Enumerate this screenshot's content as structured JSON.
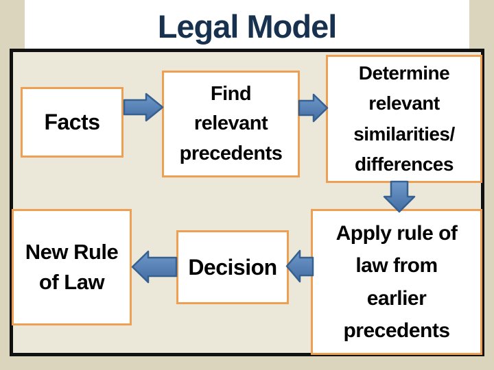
{
  "slide": {
    "title": "Legal Model"
  },
  "diagram": {
    "nodes": [
      {
        "id": "facts",
        "label": "Facts"
      },
      {
        "id": "find-precedents",
        "label": "Find\nrelevant\nprecedents"
      },
      {
        "id": "determine",
        "label": "Determine\nrelevant\nsimilarities/\ndifferences"
      },
      {
        "id": "apply-rule",
        "label": "Apply rule of\nlaw from\nearlier\nprecedents"
      },
      {
        "id": "decision",
        "label": "Decision"
      },
      {
        "id": "new-rule",
        "label": "New Rule\nof Law"
      }
    ],
    "arrows": [
      {
        "from": "facts",
        "to": "find-precedents",
        "direction": "right"
      },
      {
        "from": "find-precedents",
        "to": "determine",
        "direction": "right"
      },
      {
        "from": "determine",
        "to": "apply-rule",
        "direction": "down"
      },
      {
        "from": "apply-rule",
        "to": "decision",
        "direction": "left"
      },
      {
        "from": "decision",
        "to": "new-rule",
        "direction": "left"
      }
    ]
  },
  "colors": {
    "canvas_beige": "#dbd5be",
    "panel_fill": "#ebe7d9",
    "panel_border": "#111111",
    "node_border_orange": "#ed9f53",
    "node_fill": "#ffffff",
    "arrow_blue": "#4e7db7",
    "arrow_outline": "#35608f",
    "title_navy": "#17314f",
    "title_band": "#ffffff",
    "text_black": "#000000"
  }
}
